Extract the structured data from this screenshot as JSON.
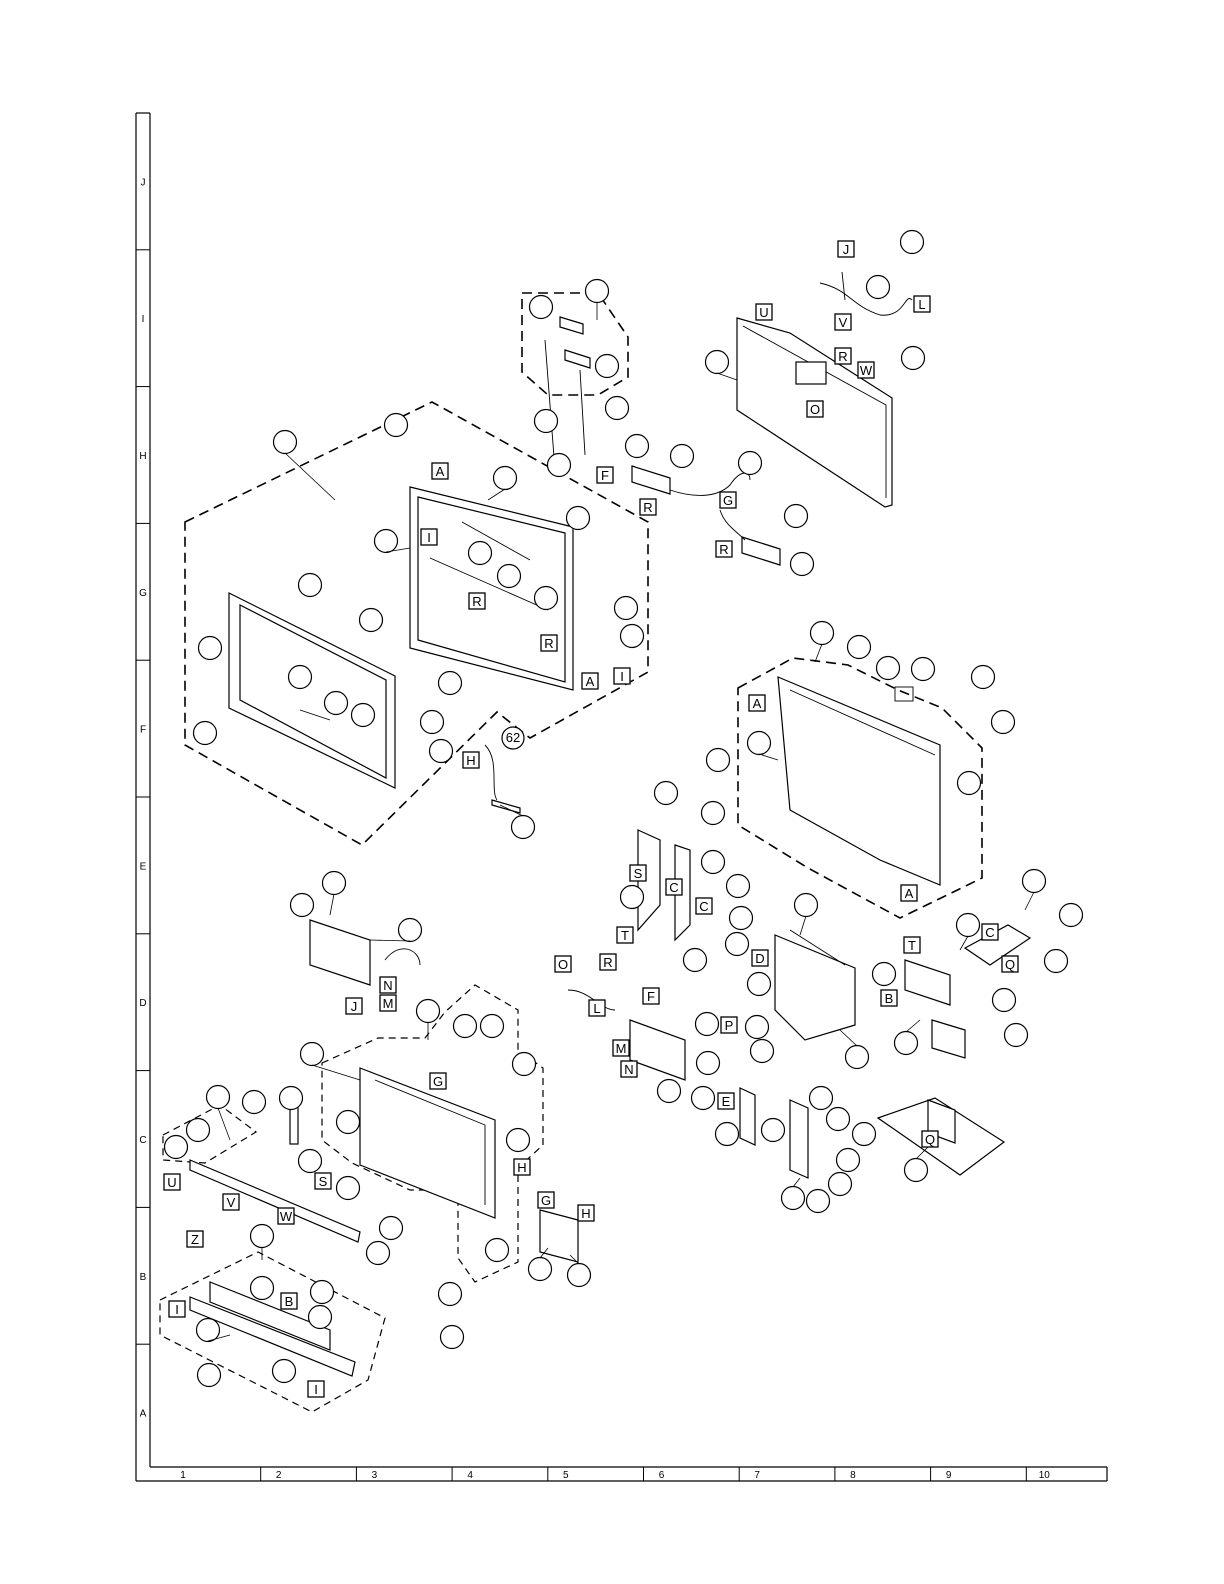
{
  "grid": {
    "rows": [
      "J",
      "I",
      "H",
      "G",
      "F",
      "E",
      "D",
      "C",
      "B",
      "A"
    ],
    "columns": [
      "1",
      "2",
      "3",
      "4",
      "5",
      "6",
      "7",
      "8",
      "9",
      "10"
    ]
  },
  "reference_number": "62",
  "labels": {
    "A": "A",
    "B": "B",
    "C": "C",
    "D": "D",
    "E": "E",
    "F": "F",
    "G": "G",
    "H": "H",
    "I": "I",
    "J": "J",
    "L": "L",
    "M": "M",
    "N": "N",
    "O": "O",
    "P": "P",
    "Q": "Q",
    "R": "R",
    "S": "S",
    "T": "T",
    "U": "U",
    "V": "V",
    "W": "W",
    "Z": "Z"
  }
}
